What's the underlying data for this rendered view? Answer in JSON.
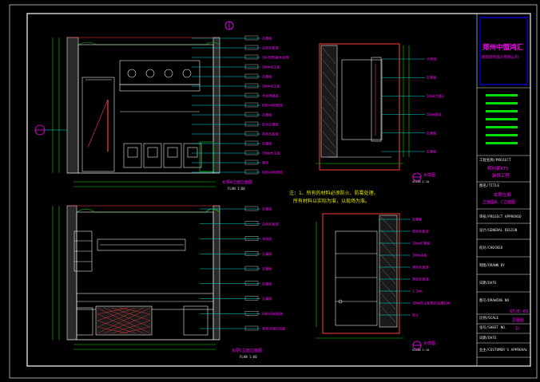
{
  "colors": {
    "background": "#000000",
    "frame": "#c8c8c8",
    "sheet_border": "#ffffff",
    "drawing": "#e8e8e8",
    "wall": "#ff3c3c",
    "green": "#00e000",
    "magenta": "#ff00ff",
    "cyan": "#00d8d8",
    "yellow": "#e8e800",
    "logo_blue": "#0000ff"
  },
  "title_block": {
    "logo_line1": "郑州中盟鸿汇",
    "logo_line2": "建筑装饰设计有限公司",
    "project_label": "工程名称/PROJECT",
    "project_name_1": "郑州某KTV",
    "project_name_2": "装饰工程",
    "title_label": "图名/TITLE",
    "title_1": "女厕立面",
    "title_2": "立面图A、C立面图",
    "approved_label": "审核/PROJECT APPROVED",
    "design_label": "设计/GENERAL DESIGN",
    "checked_label": "校对/CHECKED",
    "drawn_label": "制图/DRAWN BY",
    "date_label": "日期/DATE",
    "drawing_no_label": "图号/DRAWING NO",
    "drawing_no": "ST/E-03",
    "scale_label": "比例/SCALE",
    "scale": "见图纸",
    "sheet_no_label": "张号/SHEET NO.",
    "sheet_no": "1/",
    "date2_label": "日期/DATE",
    "customer_label": "业主/CUSTOMER'S APPROVAL"
  },
  "note": {
    "line1": "注：1、所有的材料必须防火、防霉处理。",
    "line2": "所有材料以实际为准，以现场为准。"
  },
  "elevation_top_left": {
    "title": "女厕A立面立面图",
    "subtitle": "FLAN 1:60",
    "annotations": [
      "石膏板",
      "白色乳胶漆",
      "50×50防腐木龙骨",
      "30mm木工板",
      "石膏板",
      "30mm木工板",
      "木龙骨基层",
      "600×600瓷砖",
      "石膏板",
      "防水石膏板",
      "黑色乳胶漆",
      "石膏板",
      "30mm木工板",
      "瓷砖",
      "600×600瓷砖"
    ]
  },
  "elevation_bottom_left": {
    "title": "女厕C立面立面图",
    "subtitle": "FLAN 1:60",
    "annotations": [
      "石膏板",
      "白色乳胶漆",
      "木饰面",
      "石膏板",
      "石膏板",
      "石膏板",
      "石膏板",
      "600×600瓷砖",
      "黑色大理石台面"
    ]
  },
  "section_top_right": {
    "title": "大样图",
    "subtitle": "SCAIN 1:10",
    "annotations": [
      "大样图",
      "石膏板",
      "50mm大理石",
      "10mm玻璃",
      "石膏板",
      "石膏板"
    ]
  },
  "section_bottom_right": {
    "title": "大样图",
    "subtitle": "SCAIN 1:10",
    "annotations": [
      "石膏板",
      "黑色乳胶漆",
      "10mm石膏板",
      "10mm夹板",
      "黑色乳胶漆",
      "黑色乳胶漆",
      "1.5mm",
      "10mm防火板黑色金属石材",
      "防火"
    ]
  }
}
